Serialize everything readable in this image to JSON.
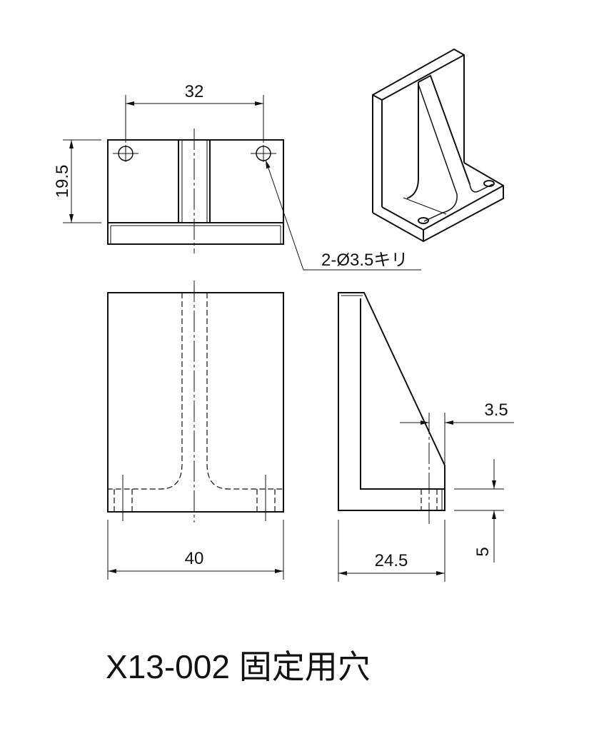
{
  "dimensions": {
    "top_width": "32",
    "top_height": "19.5",
    "hole_note": "2-Ø3.5キリ",
    "front_width": "40",
    "side_width": "24.5",
    "side_offset": "3.5",
    "base_thickness": "5"
  },
  "title": "X13-002 固定用穴"
}
